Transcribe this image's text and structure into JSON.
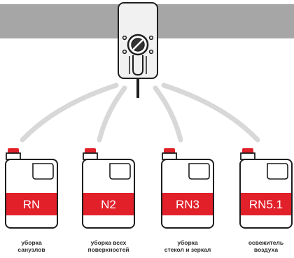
{
  "colors": {
    "wall": "#a6a6a6",
    "tube": "#d8d8d8",
    "canister_fill": "#ffffff",
    "canister_stroke": "#1e1e1e",
    "label_band": "#e2202a",
    "cap": "#e2202a",
    "pump_body": "#f1f1f1"
  },
  "pump": {
    "icon": "dispenser-pump"
  },
  "canisters": [
    {
      "code": "RN",
      "caption_line1": "уборка",
      "caption_line2": "санузлов"
    },
    {
      "code": "N2",
      "caption_line1": "уборка всех",
      "caption_line2": "поверхностей"
    },
    {
      "code": "RN3",
      "caption_line1": "уборка",
      "caption_line2": "стекол и зеркал"
    },
    {
      "code": "RN5.1",
      "caption_line1": "освежитель",
      "caption_line2": "воздуха"
    }
  ]
}
